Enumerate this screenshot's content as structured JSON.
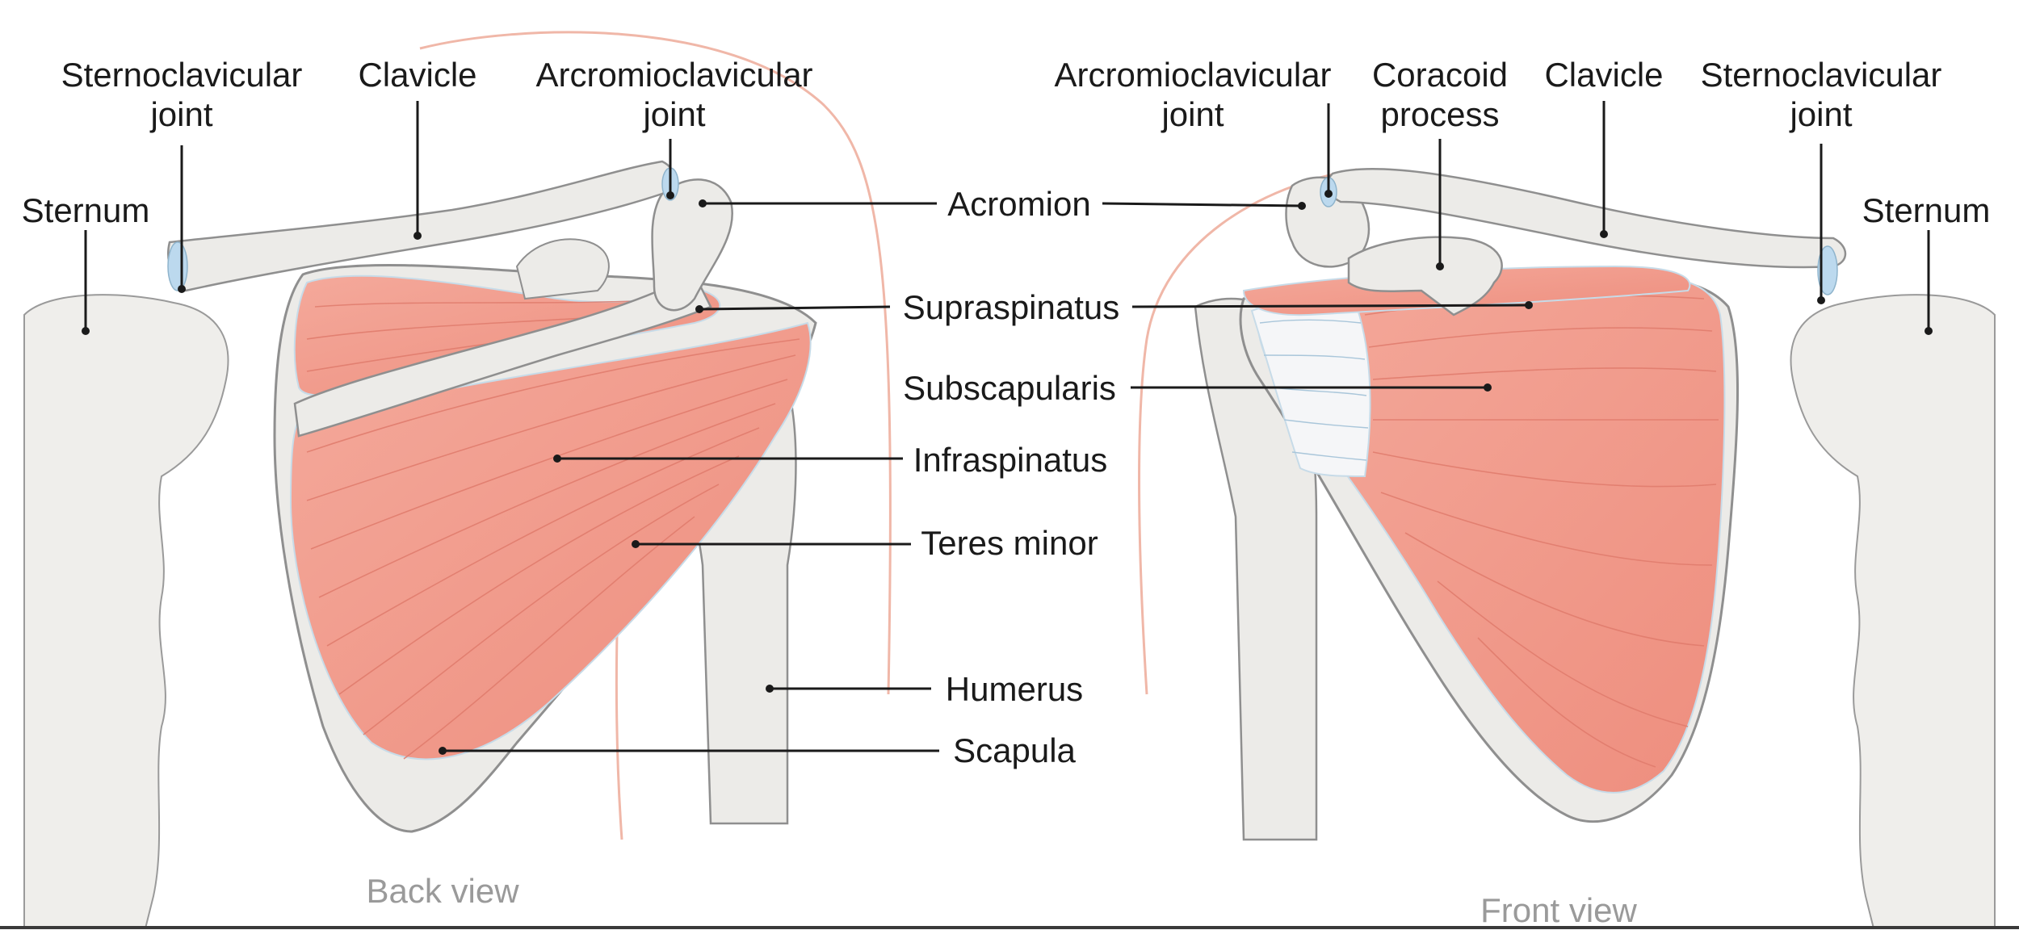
{
  "colors": {
    "bone": "#ecebe8",
    "bone_edge": "#8f8f8f",
    "muscle": "#f1a093",
    "muscle_light": "#f7c3b8",
    "muscle_fiber": "#e07b6c",
    "cartilage": "#bcd9ee",
    "skin_outline": "#f0b7a8",
    "leader": "#1a1a1a",
    "view_caption": "#9a9a9a"
  },
  "back": {
    "sternoclavicular": [
      "Sternoclavicular",
      "joint"
    ],
    "clavicle": "Clavicle",
    "acromioclavicular": [
      "Arcromioclavicular",
      "joint"
    ],
    "sternum": "Sternum",
    "caption": "Back view"
  },
  "center": {
    "acromion": "Acromion",
    "supraspinatus": "Supraspinatus",
    "subscapularis": "Subscapularis",
    "infraspinatus": "Infraspinatus",
    "teres_minor": "Teres minor",
    "humerus": "Humerus",
    "scapula": "Scapula"
  },
  "front": {
    "acromioclavicular": [
      "Arcromioclavicular",
      "joint"
    ],
    "coracoid": [
      "Coracoid",
      "process"
    ],
    "clavicle": "Clavicle",
    "sternoclavicular": [
      "Sternoclavicular",
      "joint"
    ],
    "sternum": "Sternum",
    "caption": "Front view"
  }
}
